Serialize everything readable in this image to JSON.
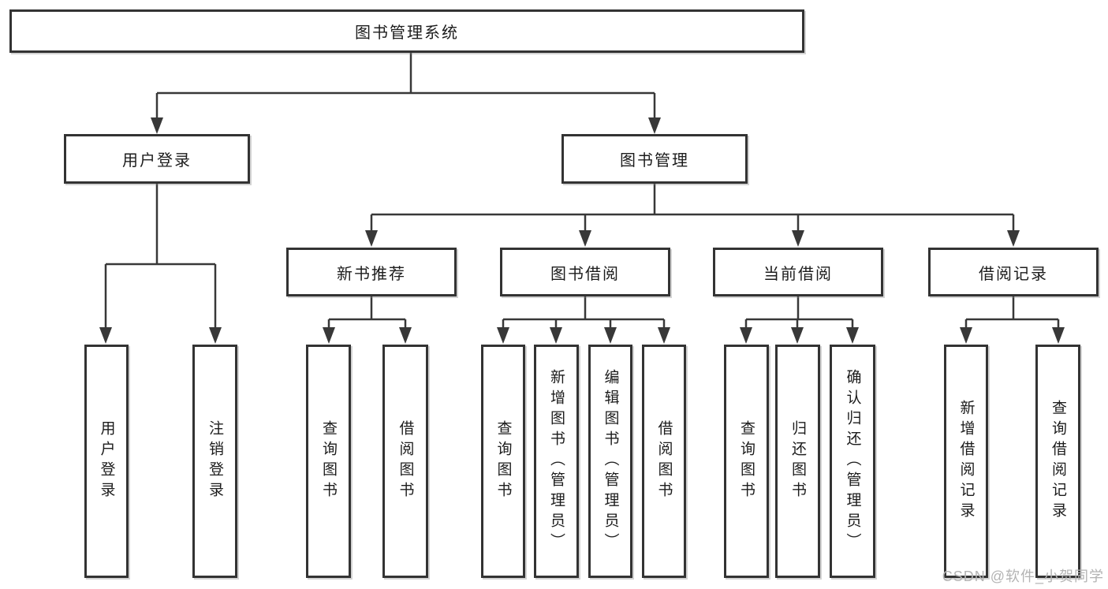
{
  "diagram": {
    "root": {
      "label": "图书管理系统"
    },
    "level2": [
      {
        "label": "用户登录"
      },
      {
        "label": "图书管理"
      }
    ],
    "level3": [
      {
        "label": "新书推荐"
      },
      {
        "label": "图书借阅"
      },
      {
        "label": "当前借阅"
      },
      {
        "label": "借阅记录"
      }
    ],
    "leaves": [
      {
        "label": "用户登录"
      },
      {
        "label": "注销登录"
      },
      {
        "label": "查询图书"
      },
      {
        "label": "借阅图书"
      },
      {
        "label": "查询图书"
      },
      {
        "label": "新增图书（管理员）"
      },
      {
        "label": "编辑图书（管理员）"
      },
      {
        "label": "借阅图书"
      },
      {
        "label": "查询图书"
      },
      {
        "label": "归还图书"
      },
      {
        "label": "确认归还（管理员）"
      },
      {
        "label": "新增借阅记录"
      },
      {
        "label": "查询借阅记录"
      }
    ]
  },
  "watermark": {
    "text": "CSDN @软件_小贺同学"
  },
  "colors": {
    "line": "#383838",
    "box_border": "#333333",
    "text": "#1c1c1c",
    "background": "#ffffff",
    "watermark": "#b3b3b3"
  }
}
